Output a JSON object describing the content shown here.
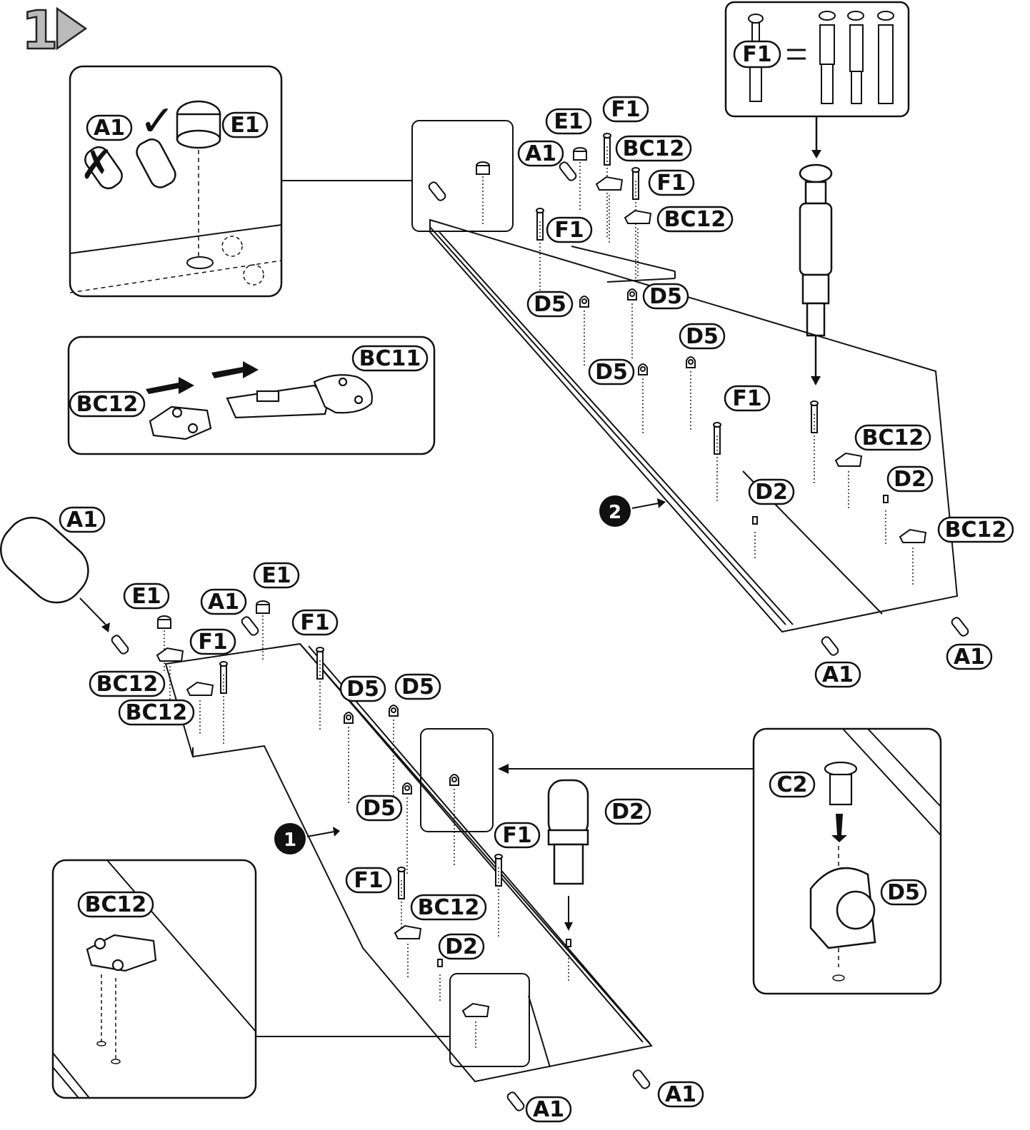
{
  "step": {
    "number": "1"
  },
  "panels": {
    "panel_one": {
      "badge": "1"
    },
    "panel_two": {
      "badge": "2"
    }
  },
  "parts": {
    "A1": "A1",
    "E1": "E1",
    "F1": "F1",
    "BC11": "BC11",
    "BC12": "BC12",
    "D2": "D2",
    "D5": "D5",
    "C2": "C2"
  },
  "f1_legend": {
    "equals": "="
  },
  "detail_dowel": {
    "wrong_mark": "✗",
    "right_mark": "✓"
  }
}
